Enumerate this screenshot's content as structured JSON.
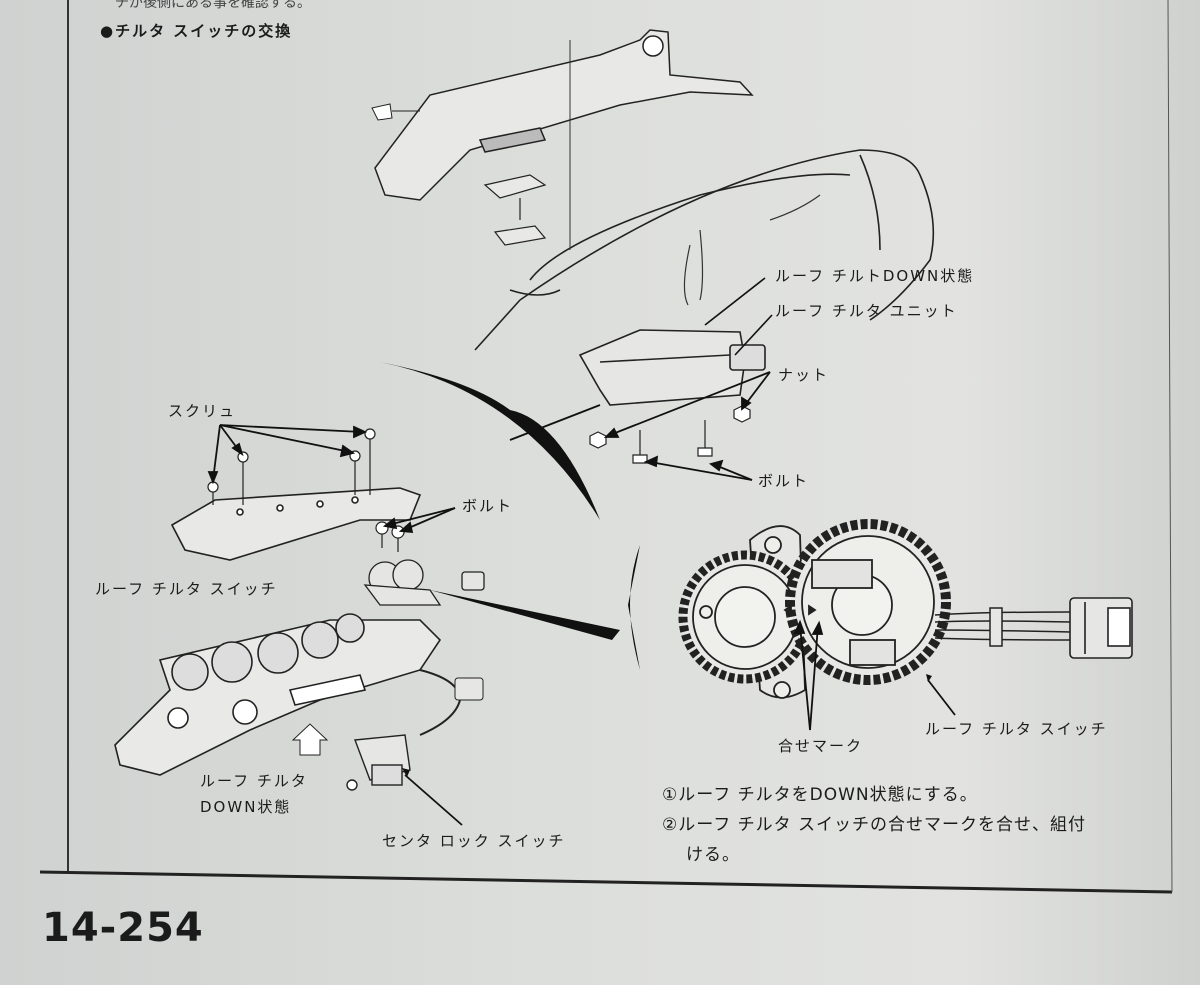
{
  "header": {
    "top_fragment": "チが後側にある事を確認する。",
    "section_title": "●チルタ スイッチの交換"
  },
  "labels": {
    "roof_tilt_down_state": "ルーフ チルトDOWN状態",
    "roof_tilter_unit": "ルーフ チルタ ユニット",
    "nut": "ナット",
    "screw": "スクリュ",
    "bolt_right": "ボルト",
    "bolt_left": "ボルト",
    "roof_tilter_switch_left": "ルーフ チルタ スイッチ",
    "roof_tilter_left_line1": "ルーフ チルタ",
    "roof_tilter_left_line2": "DOWN状態",
    "center_lock_switch": "センタ ロック スイッチ",
    "alignment_mark": "合せマーク",
    "roof_tilter_switch_right": "ルーフ チルタ スイッチ"
  },
  "steps": [
    "①ルーフ チルタをDOWN状態にする。",
    "②ルーフ チルタ スイッチの合せマークを合せ、組付",
    "ける。"
  ],
  "page_number": "14-254"
}
